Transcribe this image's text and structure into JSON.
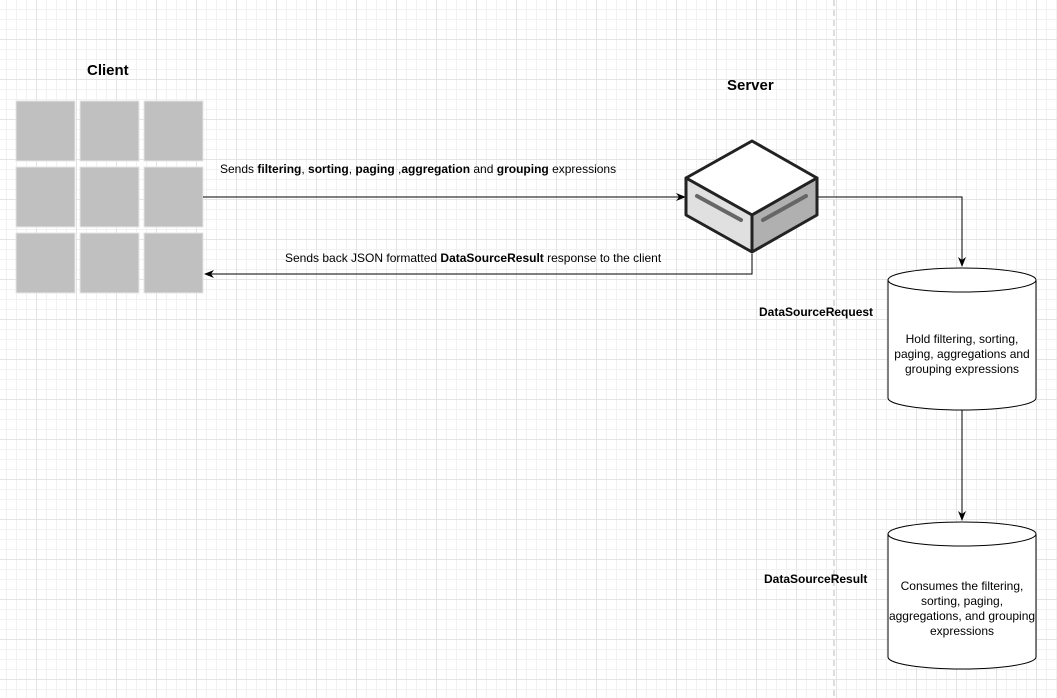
{
  "client": {
    "title": "Client"
  },
  "server": {
    "title": "Server"
  },
  "request_label": {
    "p1": "Sends ",
    "b1": "filtering",
    "p2": ", ",
    "b2": "sorting",
    "p3": ", ",
    "b3": "paging",
    "p4": " ,",
    "b4": "aggregation",
    "p5": " and ",
    "b5": "grouping",
    "p6": " expressions"
  },
  "response_label": {
    "p1": "Sends back JSON formatted ",
    "b1": "DataSourceResult",
    "p2": " response to the client"
  },
  "request_db": {
    "label": "DataSourceRequest",
    "text": "Hold filtering, sorting, paging, aggregations and grouping expressions"
  },
  "result_db": {
    "label": "DataSourceResult",
    "text": "Consumes the filtering, sorting, paging, aggregations, and grouping expressions"
  }
}
